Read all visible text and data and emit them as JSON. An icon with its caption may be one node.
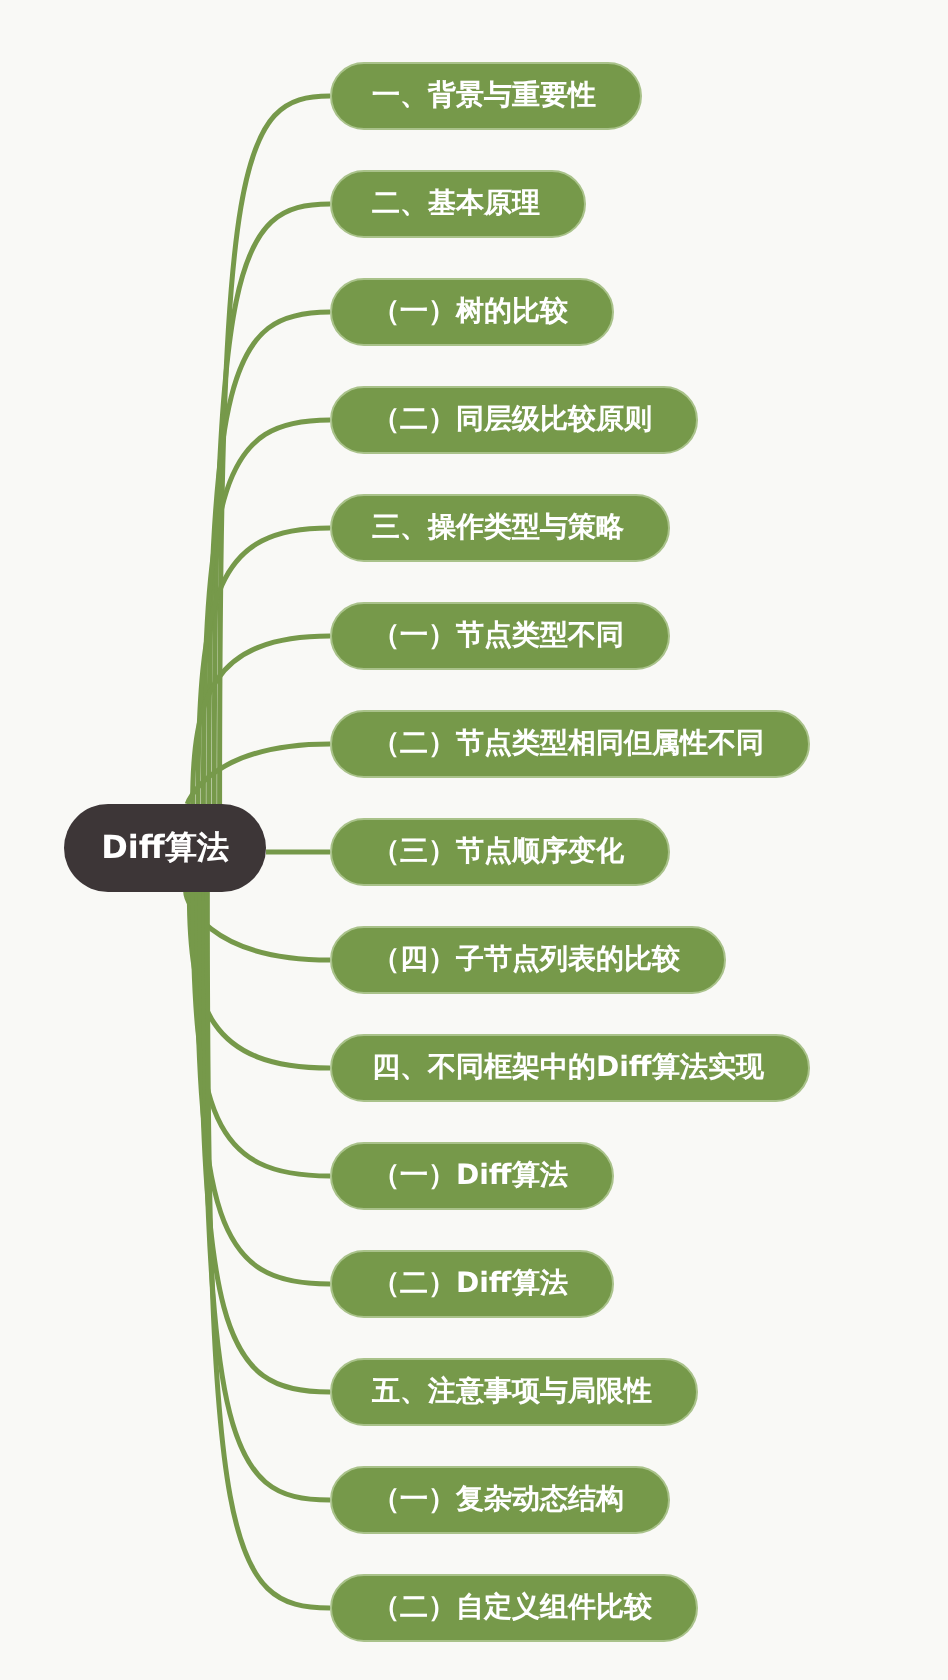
{
  "diagram": {
    "nodes": [
      {
        "text": [
          "Diff算法"
        ]
      },
      {
        "text": [
          "一、背景与重要性"
        ]
      },
      {
        "text": [
          "二、基本原理"
        ]
      },
      {
        "text": [
          "（一）树的比较"
        ]
      },
      {
        "text": [
          "（二）同层级比较原则"
        ]
      },
      {
        "text": [
          "三、操作类型与策略"
        ]
      },
      {
        "text": [
          "（一）节点类型不同"
        ]
      },
      {
        "text": [
          "（二）节点类型相同但属性不同"
        ]
      },
      {
        "text": [
          "（三）节点顺序变化"
        ]
      },
      {
        "text": [
          "（四）子节点列表的比较"
        ]
      },
      {
        "text": [
          "四、不同框架中的Diff算法实现"
        ]
      },
      {
        "text": [
          "（一）Diff算法"
        ]
      },
      {
        "text": [
          "（二）Diff算法"
        ]
      },
      {
        "text": [
          "五、注意事项与局限性"
        ]
      },
      {
        "text": [
          "（一）复杂动态结构"
        ]
      },
      {
        "text": [
          "（二）自定义组件比较"
        ]
      }
    ],
    "edges": [
      {
        "from": 0,
        "to": 1,
        "arrow": "none"
      },
      {
        "from": 0,
        "to": 2,
        "arrow": "none"
      },
      {
        "from": 0,
        "to": 3,
        "arrow": "none"
      },
      {
        "from": 0,
        "to": 4,
        "arrow": "none"
      },
      {
        "from": 0,
        "to": 5,
        "arrow": "none"
      },
      {
        "from": 0,
        "to": 6,
        "arrow": "none"
      },
      {
        "from": 0,
        "to": 7,
        "arrow": "none"
      },
      {
        "from": 0,
        "to": 8,
        "arrow": "none"
      },
      {
        "from": 0,
        "to": 9,
        "arrow": "none"
      },
      {
        "from": 0,
        "to": 10,
        "arrow": "none"
      },
      {
        "from": 0,
        "to": 11,
        "arrow": "none"
      },
      {
        "from": 0,
        "to": 12,
        "arrow": "none"
      },
      {
        "from": 0,
        "to": 13,
        "arrow": "none"
      },
      {
        "from": 0,
        "to": 14,
        "arrow": "none"
      },
      {
        "from": 0,
        "to": 15,
        "arrow": "none"
      }
    ]
  }
}
